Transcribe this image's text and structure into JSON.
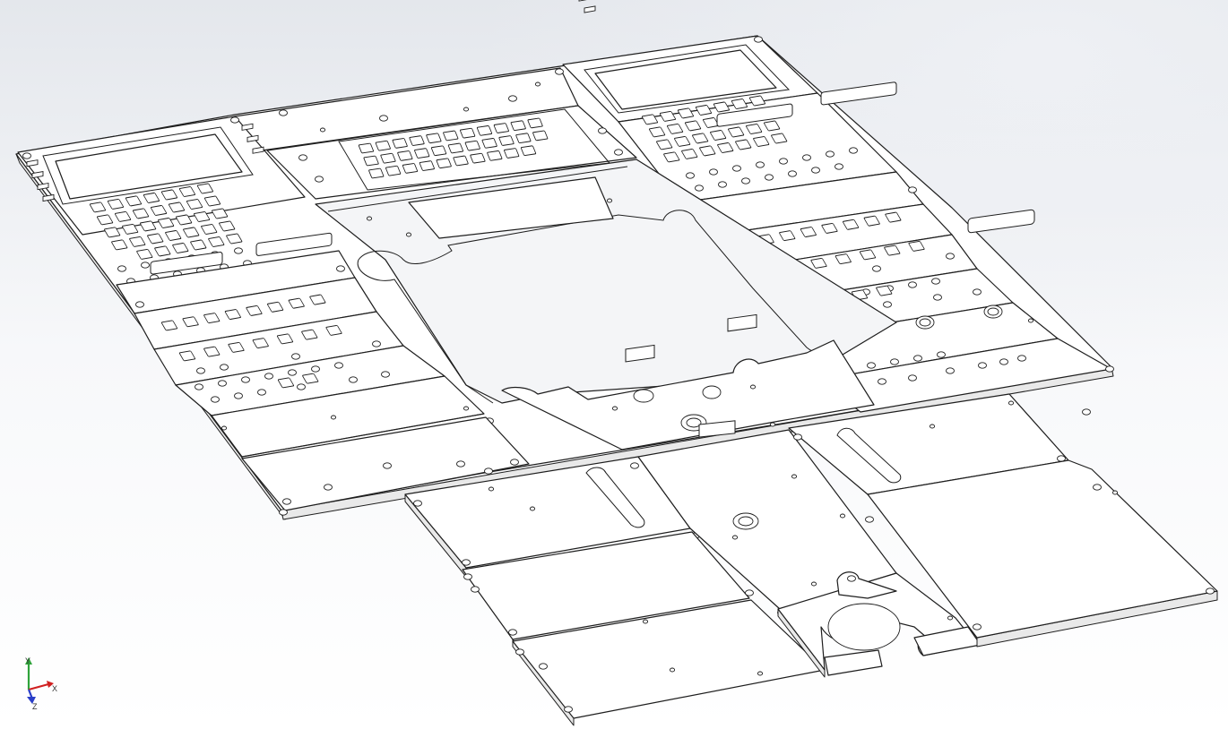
{
  "viewport": {
    "background_top": "#e4e7ec",
    "background_bottom": "#ffffff",
    "line_color": "#1e1e1e"
  },
  "triad": {
    "x_label": "X",
    "y_label": "Y",
    "z_label": "Z",
    "x_color": "#d02020",
    "y_color": "#2fa33a",
    "z_color": "#2a3ec8"
  }
}
